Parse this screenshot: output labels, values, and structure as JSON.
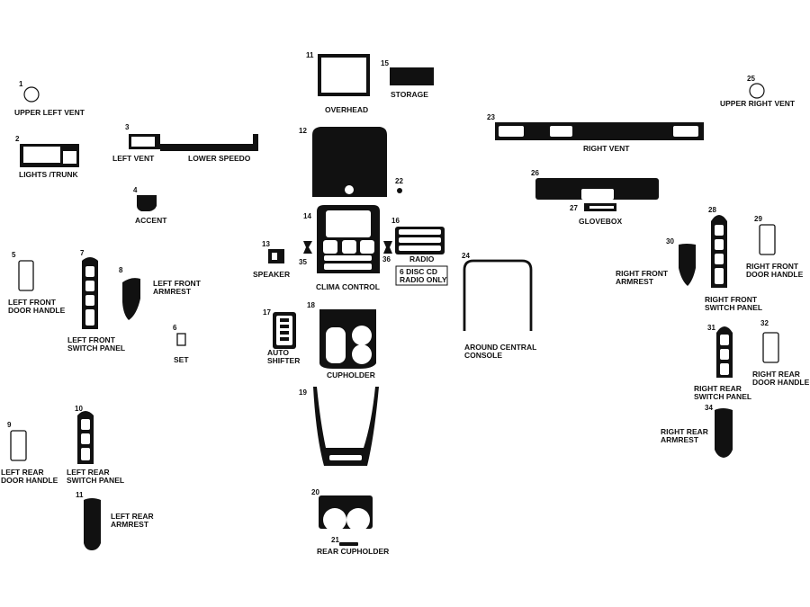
{
  "parts": [
    {
      "number": "1",
      "label": "UPPER LEFT VENT"
    },
    {
      "number": "2",
      "label": "LIGHTS /TRUNK"
    },
    {
      "number": "3",
      "label": "LEFT VENT"
    },
    {
      "number": "3",
      "label": "LOWER SPEEDO"
    },
    {
      "number": "4",
      "label": "ACCENT"
    },
    {
      "number": "5",
      "label": "LEFT FRONT DOOR HANDLE"
    },
    {
      "number": "6",
      "label": "SET"
    },
    {
      "number": "7",
      "label": "LEFT FRONT SWITCH PANEL"
    },
    {
      "number": "8",
      "label": "LEFT FRONT ARMREST"
    },
    {
      "number": "9",
      "label": "LEFT REAR DOOR HANDLE"
    },
    {
      "number": "10",
      "label": "LEFT REAR SWITCH PANEL"
    },
    {
      "number": "11",
      "label": "LEFT REAR ARMREST"
    },
    {
      "number": "11",
      "label": "OVERHEAD"
    },
    {
      "number": "12",
      "label": ""
    },
    {
      "number": "13",
      "label": "SPEAKER"
    },
    {
      "number": "14",
      "label": "CLIMA CONTROL"
    },
    {
      "number": "15",
      "label": "STORAGE"
    },
    {
      "number": "16",
      "label": "RADIO"
    },
    {
      "number": "17",
      "label": "AUTO SHIFTER"
    },
    {
      "number": "18",
      "label": "CUPHOLDER"
    },
    {
      "number": "19",
      "label": ""
    },
    {
      "number": "20",
      "label": ""
    },
    {
      "number": "21",
      "label": "REAR CUPHOLDER"
    },
    {
      "number": "22",
      "label": ""
    },
    {
      "number": "23",
      "label": "RIGHT VENT"
    },
    {
      "number": "24",
      "label": "AROUND CENTRAL CONSOLE"
    },
    {
      "number": "25",
      "label": "UPPER RIGHT VENT"
    },
    {
      "number": "26",
      "label": ""
    },
    {
      "number": "27",
      "label": "GLOVEBOX"
    },
    {
      "number": "28",
      "label": "RIGHT FRONT SWITCH PANEL"
    },
    {
      "number": "29",
      "label": "RIGHT FRONT DOOR HANDLE"
    },
    {
      "number": "30",
      "label": "RIGHT FRONT ARMREST"
    },
    {
      "number": "31",
      "label": "RIGHT REAR SWITCH PANEL"
    },
    {
      "number": "32",
      "label": "RIGHT REAR DOOR HANDLE"
    },
    {
      "number": "34",
      "label": "RIGHT REAR ARMREST"
    },
    {
      "number": "35",
      "label": ""
    },
    {
      "number": "36",
      "label": ""
    }
  ],
  "note": {
    "line1": "6 DISC CD",
    "line2": "RADIO ONLY"
  }
}
